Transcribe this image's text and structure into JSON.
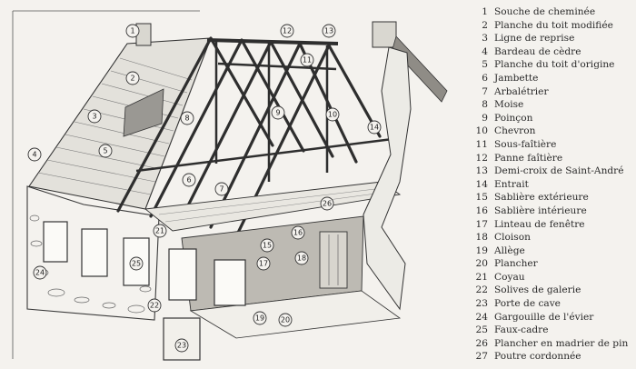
{
  "diagram": {
    "callouts": [
      "1",
      "2",
      "3",
      "4",
      "5",
      "6",
      "7",
      "8",
      "9",
      "10",
      "11",
      "12",
      "13",
      "14",
      "15",
      "16",
      "17",
      "18",
      "19",
      "20",
      "21",
      "22",
      "23",
      "24",
      "25",
      "26"
    ]
  },
  "legend": {
    "items": [
      {
        "num": "1",
        "label": "Souche de cheminée"
      },
      {
        "num": "2",
        "label": "Planche du toit modifiée"
      },
      {
        "num": "3",
        "label": "Ligne de reprise"
      },
      {
        "num": "4",
        "label": "Bardeau de cèdre"
      },
      {
        "num": "5",
        "label": "Planche du toit d'origine"
      },
      {
        "num": "6",
        "label": "Jambette"
      },
      {
        "num": "7",
        "label": "Arbalétrier"
      },
      {
        "num": "8",
        "label": "Moise"
      },
      {
        "num": "9",
        "label": "Poinçon"
      },
      {
        "num": "10",
        "label": "Chevron"
      },
      {
        "num": "11",
        "label": "Sous-faîtière"
      },
      {
        "num": "12",
        "label": "Panne faîtière"
      },
      {
        "num": "13",
        "label": "Demi-croix de Saint-André"
      },
      {
        "num": "14",
        "label": "Entrait"
      },
      {
        "num": "15",
        "label": "Sablière extérieure"
      },
      {
        "num": "16",
        "label": "Sablière intérieure"
      },
      {
        "num": "17",
        "label": "Linteau de fenêtre"
      },
      {
        "num": "18",
        "label": "Cloison"
      },
      {
        "num": "19",
        "label": "Allège"
      },
      {
        "num": "20",
        "label": "Plancher"
      },
      {
        "num": "21",
        "label": "Coyau"
      },
      {
        "num": "22",
        "label": "Solives de galerie"
      },
      {
        "num": "23",
        "label": "Porte de cave"
      },
      {
        "num": "24",
        "label": "Gargouille de l'évier"
      },
      {
        "num": "25",
        "label": "Faux-cadre"
      },
      {
        "num": "26",
        "label": "Plancher en madrier de pin"
      },
      {
        "num": "27",
        "label": "Poutre cordonnée"
      }
    ]
  }
}
